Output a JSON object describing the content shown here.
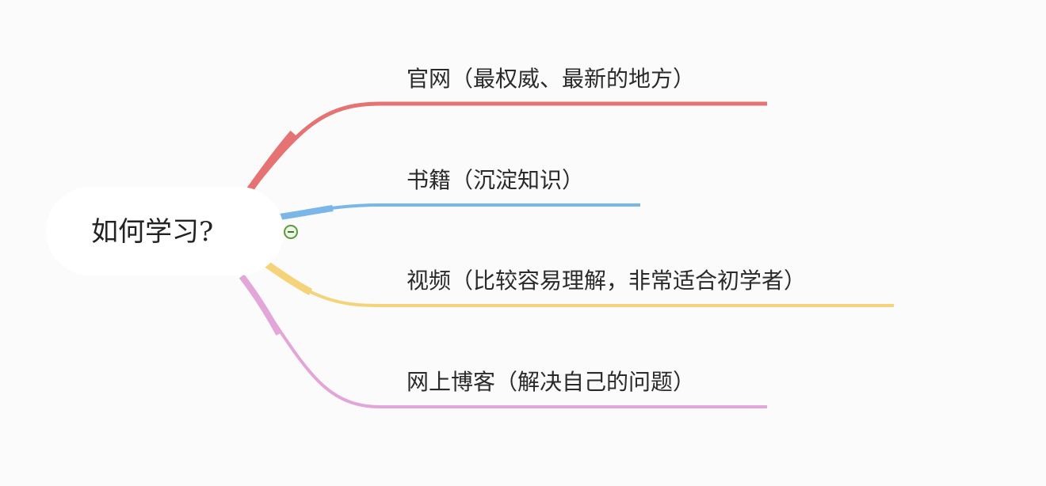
{
  "mindmap": {
    "root": {
      "label": "如何学习?"
    },
    "branches": [
      {
        "label": "官网（最权威、最新的地方）",
        "color": "#e57373"
      },
      {
        "label": "书籍（沉淀知识）",
        "color": "#7ab6e8"
      },
      {
        "label": "视频（比较容易理解，非常适合初学者）",
        "color": "#f4d37a"
      },
      {
        "label": "网上博客（解决自己的问题）",
        "color": "#e3a6d8"
      }
    ],
    "toggle_icon": "minus-circle-icon"
  }
}
